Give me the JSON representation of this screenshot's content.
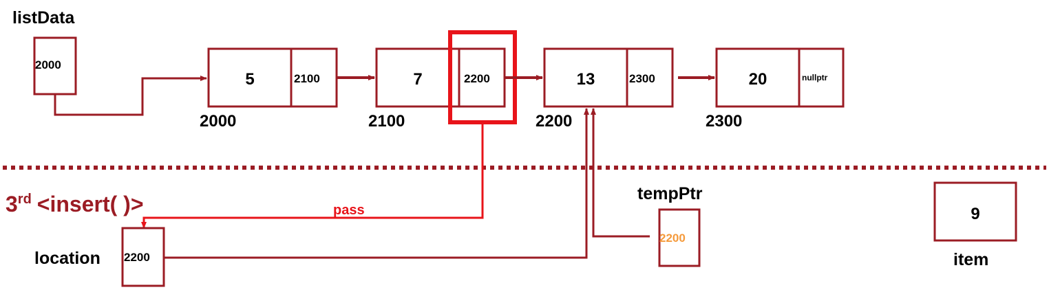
{
  "colors": {
    "node_border": "#9b1c24",
    "highlight": "#e8141a",
    "divider": "#9b1c24",
    "tempptr_value": "#f59a3b"
  },
  "variables": {
    "listData": {
      "label": "listData",
      "value": "2000"
    },
    "location": {
      "label": "location",
      "value": "2200"
    },
    "tempPtr": {
      "label": "tempPtr",
      "value": "2200"
    },
    "item": {
      "label": "item",
      "value": "9"
    }
  },
  "nodes": [
    {
      "info": "5",
      "next": "2100",
      "address": "2000"
    },
    {
      "info": "7",
      "next": "2200",
      "address": "2100"
    },
    {
      "info": "13",
      "next": "2300",
      "address": "2200"
    },
    {
      "info": "20",
      "next": "nullptr",
      "address": "2300"
    }
  ],
  "step": {
    "ordinal": "3",
    "suffix": "rd",
    "call": "<insert( )>"
  },
  "annotations": {
    "pass": "pass"
  }
}
